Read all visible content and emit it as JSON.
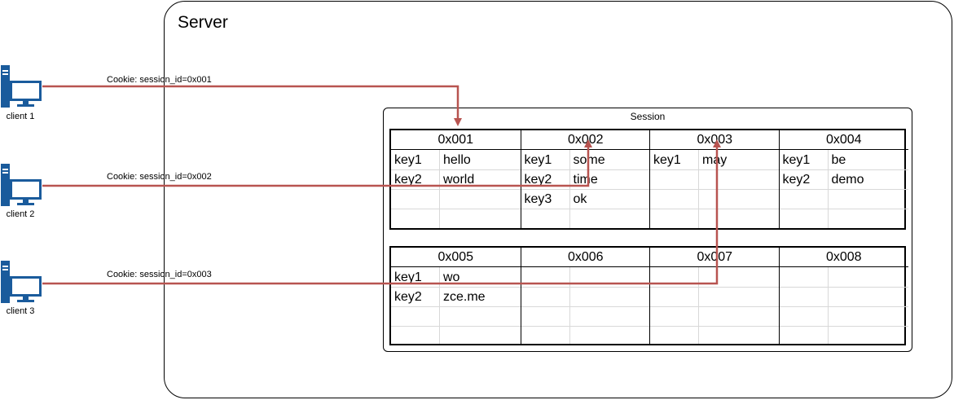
{
  "server": {
    "title": "Server"
  },
  "session": {
    "title": "Session"
  },
  "clients": [
    {
      "label": "client 1",
      "cookie": "Cookie: session_id=0x001"
    },
    {
      "label": "client 2",
      "cookie": "Cookie: session_id=0x002"
    },
    {
      "label": "client 3",
      "cookie": "Cookie: session_id=0x003"
    }
  ],
  "sessions_row1": [
    {
      "id": "0x001",
      "entries": [
        {
          "k": "key1",
          "v": "hello"
        },
        {
          "k": "key2",
          "v": "world"
        }
      ]
    },
    {
      "id": "0x002",
      "entries": [
        {
          "k": "key1",
          "v": "some"
        },
        {
          "k": "key2",
          "v": "time"
        },
        {
          "k": "key3",
          "v": "ok"
        }
      ]
    },
    {
      "id": "0x003",
      "entries": [
        {
          "k": "key1",
          "v": "may"
        }
      ]
    },
    {
      "id": "0x004",
      "entries": [
        {
          "k": "key1",
          "v": "be"
        },
        {
          "k": "key2",
          "v": "demo"
        }
      ]
    }
  ],
  "sessions_row2": [
    {
      "id": "0x005",
      "entries": [
        {
          "k": "key1",
          "v": "wo"
        },
        {
          "k": "key2",
          "v": "zce.me"
        }
      ]
    },
    {
      "id": "0x006",
      "entries": []
    },
    {
      "id": "0x007",
      "entries": []
    },
    {
      "id": "0x008",
      "entries": []
    }
  ],
  "colors": {
    "arrow": "#b85450",
    "icon": "#1a5b9c",
    "grid": "#000000",
    "subgrid": "#d8d8d8"
  },
  "icons": {
    "client": "computer-icon"
  }
}
